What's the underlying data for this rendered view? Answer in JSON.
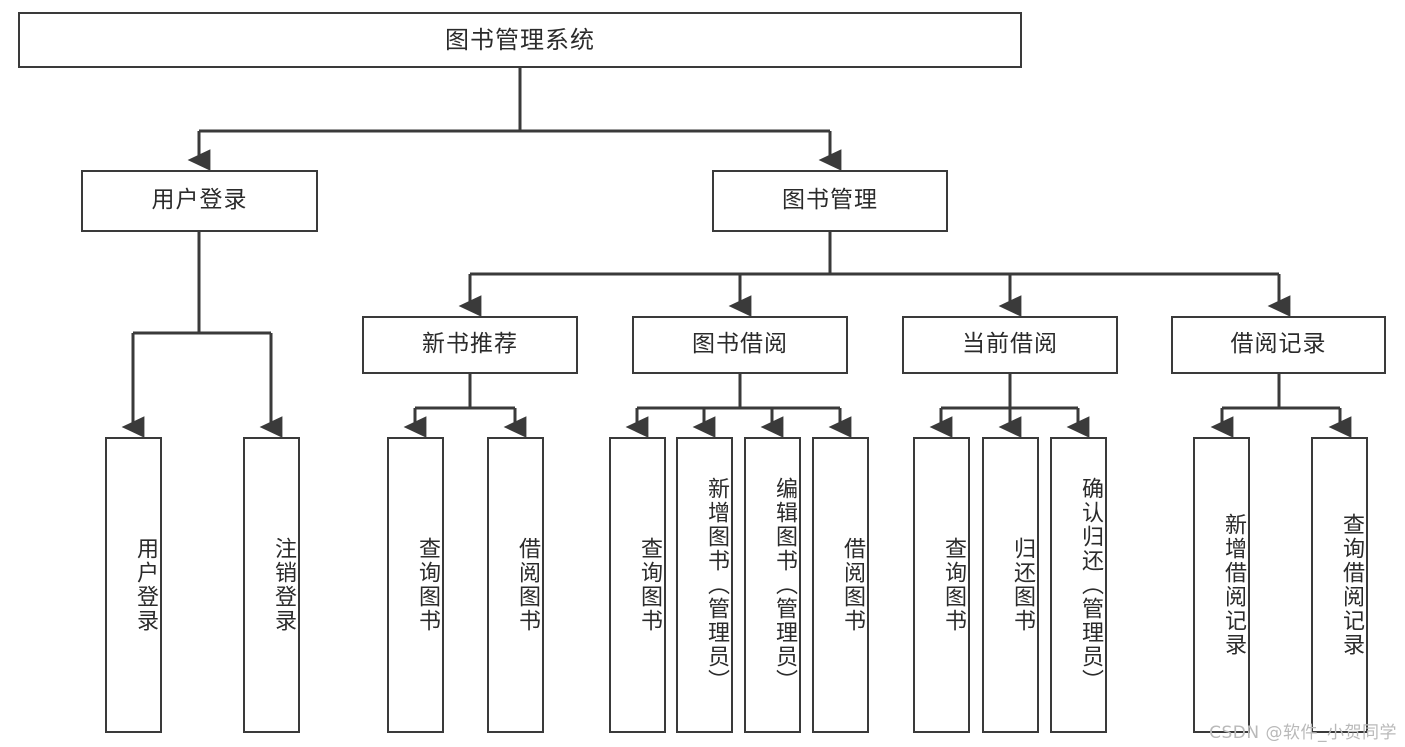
{
  "diagram": {
    "title": "图书管理系统",
    "type": "tree-hierarchy",
    "colors": {
      "box_border": "#3a3a3a",
      "box_fill": "#ffffff",
      "connector": "#3a3a3a",
      "text": "#2b2b2b",
      "watermark": "#b9b9b9",
      "background": "#ffffff"
    },
    "watermark": "CSDN @软件_小贺同学",
    "levels": {
      "level1": "root",
      "level2": "modules",
      "level3": "sub-modules",
      "level4": "operations"
    },
    "nodes": {
      "root": {
        "label": "图书管理系统"
      },
      "user_login": {
        "label": "用户登录"
      },
      "book_manage": {
        "label": "图书管理"
      },
      "new_book_recommend": {
        "label": "新书推荐"
      },
      "book_borrow": {
        "label": "图书借阅"
      },
      "current_borrow": {
        "label": "当前借阅"
      },
      "borrow_record": {
        "label": "借阅记录"
      },
      "leaf_user_login": {
        "label": "用户登录"
      },
      "leaf_user_logout": {
        "label": "注销登录"
      },
      "leaf_query_book_1": {
        "label": "查询图书"
      },
      "leaf_borrow_book_1": {
        "label": "借阅图书"
      },
      "leaf_query_book_2": {
        "label": "查询图书"
      },
      "leaf_add_book_admin": {
        "label": "新增图书（管理员）"
      },
      "leaf_edit_book_admin": {
        "label": "编辑图书（管理员）"
      },
      "leaf_borrow_book_2": {
        "label": "借阅图书"
      },
      "leaf_query_book_3": {
        "label": "查询图书"
      },
      "leaf_return_book": {
        "label": "归还图书"
      },
      "leaf_confirm_return_admin": {
        "label": "确认归还（管理员）"
      },
      "leaf_add_borrow_record": {
        "label": "新增借阅记录"
      },
      "leaf_query_borrow_record": {
        "label": "查询借阅记录"
      }
    }
  }
}
